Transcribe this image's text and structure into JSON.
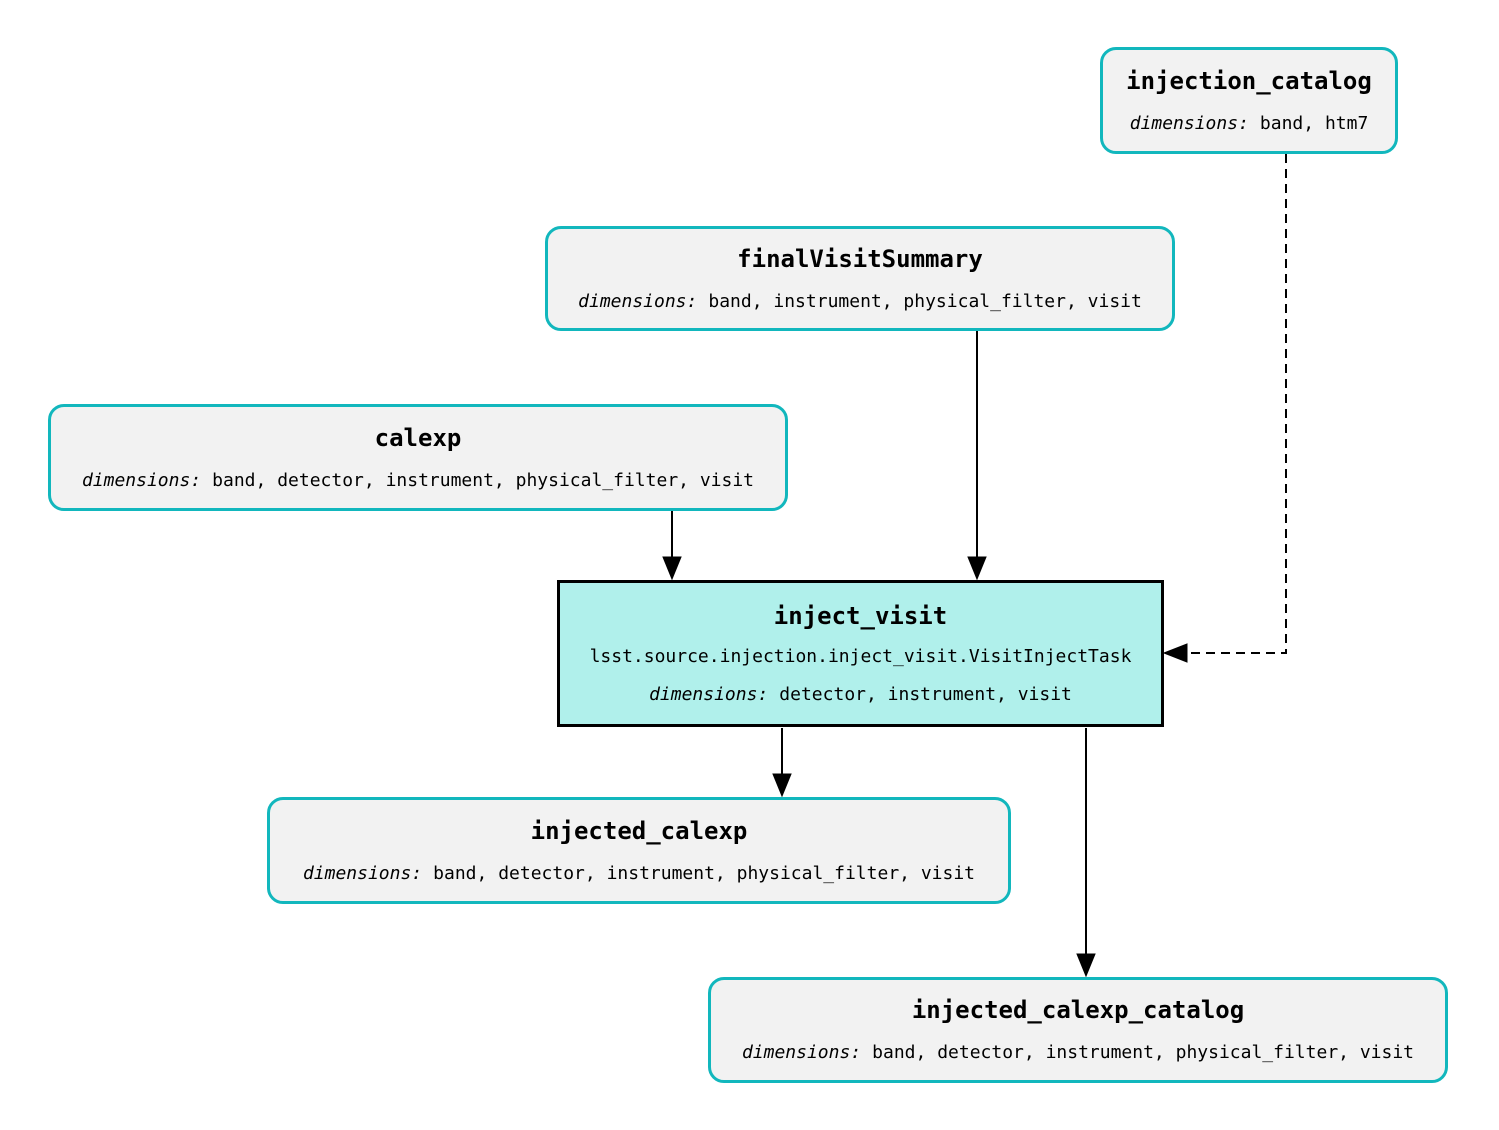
{
  "diagram": {
    "colors": {
      "dataset_border": "#12b7bd",
      "dataset_fill": "#f2f2f2",
      "task_border": "#000000",
      "task_fill": "#b0f0eb",
      "edge": "#000000",
      "text": "#000000"
    },
    "nodes": {
      "injection_catalog": {
        "title": "injection_catalog",
        "dimensions_label": "dimensions:",
        "dimensions": "band, htm7"
      },
      "finalVisitSummary": {
        "title": "finalVisitSummary",
        "dimensions_label": "dimensions:",
        "dimensions": "band, instrument, physical_filter, visit"
      },
      "calexp": {
        "title": "calexp",
        "dimensions_label": "dimensions:",
        "dimensions": "band, detector, instrument, physical_filter, visit"
      },
      "inject_visit": {
        "title": "inject_visit",
        "task_class": "lsst.source.injection.inject_visit.VisitInjectTask",
        "dimensions_label": "dimensions:",
        "dimensions": "detector, instrument, visit"
      },
      "injected_calexp": {
        "title": "injected_calexp",
        "dimensions_label": "dimensions:",
        "dimensions": "band, detector, instrument, physical_filter, visit"
      },
      "injected_calexp_catalog": {
        "title": "injected_calexp_catalog",
        "dimensions_label": "dimensions:",
        "dimensions": "band, detector, instrument, physical_filter, visit"
      }
    },
    "edges": [
      {
        "from": "calexp",
        "to": "inject_visit",
        "style": "solid"
      },
      {
        "from": "finalVisitSummary",
        "to": "inject_visit",
        "style": "solid"
      },
      {
        "from": "injection_catalog",
        "to": "inject_visit",
        "style": "dashed"
      },
      {
        "from": "inject_visit",
        "to": "injected_calexp",
        "style": "solid"
      },
      {
        "from": "inject_visit",
        "to": "injected_calexp_catalog",
        "style": "solid"
      }
    ]
  }
}
